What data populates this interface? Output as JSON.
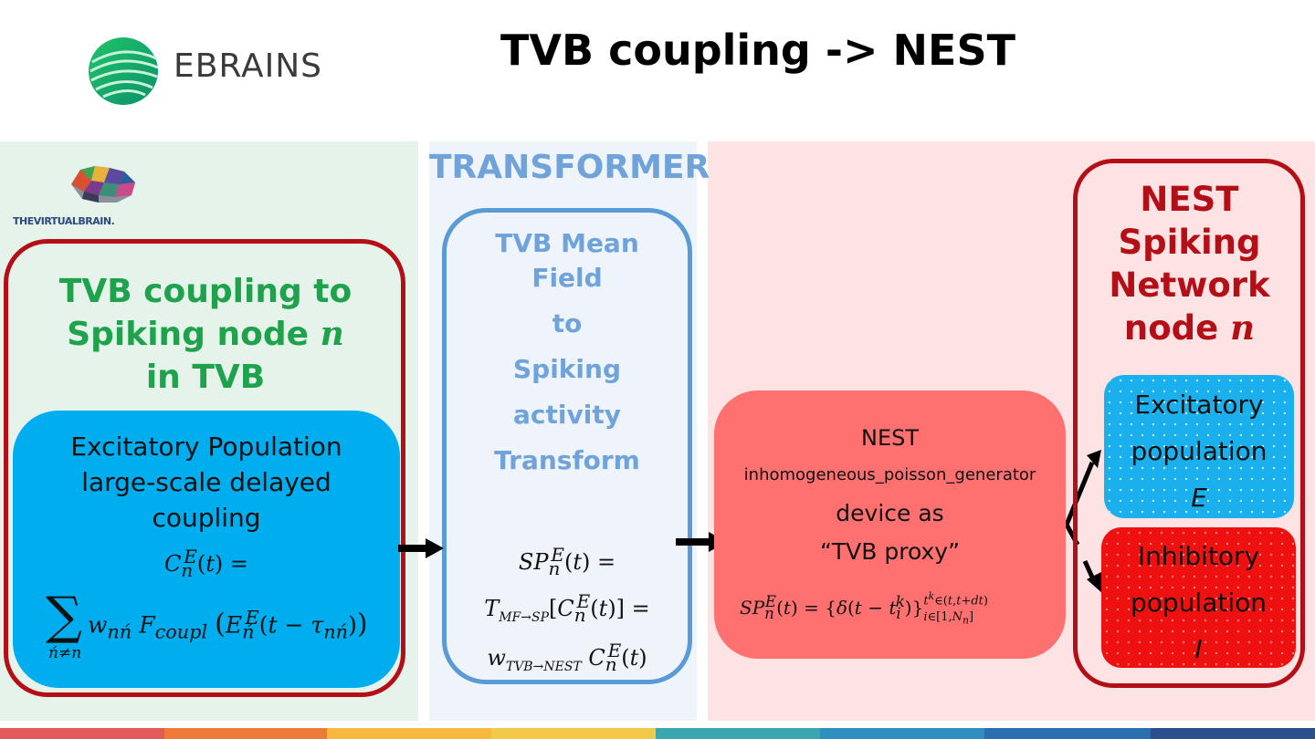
{
  "header": {
    "logo_text": "EBRAINS",
    "title": "TVB coupling -> NEST"
  },
  "tvb_panel": {
    "logo_text": "THEVIRTUALBRAIN.",
    "heading_lines": [
      "TVB coupling to",
      "Spiking node n",
      "in TVB"
    ],
    "excitatory_label": [
      "Excitatory Population",
      "large-scale delayed",
      "coupling"
    ]
  },
  "transformer_panel": {
    "heading": "TRANSFORMER",
    "label_lines": [
      "TVB Mean",
      "Field",
      "to",
      "Spiking",
      "activity",
      "Transform"
    ]
  },
  "nest_panel": {
    "device_title": "NEST",
    "device_name": "inhomogeneous_poisson_generator",
    "device_as": "device as",
    "device_proxy": "“TVB proxy”",
    "network_heading_lines": [
      "NEST",
      "Spiking",
      "Network",
      "node n"
    ],
    "excitatory_lines": [
      "Excitatory",
      "population",
      "E"
    ],
    "inhibitory_lines": [
      "Inhibitory",
      "population",
      "I"
    ]
  },
  "colors": {
    "tvb_bg": "#e6f3ea",
    "transformer_bg": "#eef4fa",
    "nest_bg": "#fde3e4",
    "dark_red": "#b40f16",
    "green": "#1ea24c",
    "light_blue": "#6fa3d9",
    "cyan": "#00aeef",
    "salmon": "#ff7070",
    "red": "#ef1010"
  },
  "icons": [
    "ebrains-logo-icon",
    "virtual-brain-logo-icon",
    "arrow-right-icon"
  ]
}
